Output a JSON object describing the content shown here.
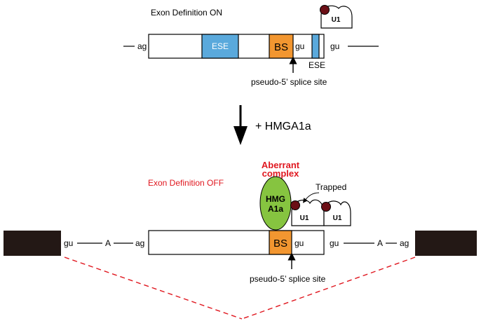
{
  "top": {
    "title": "Exon Definition ON",
    "ag": "ag",
    "gu_left": "gu",
    "gu_right": "gu",
    "ese1": "ESE",
    "ese2": "ESE",
    "bs": "BS",
    "u1": "U1",
    "pseudo": "pseudo-5’ splice site"
  },
  "transition": {
    "label": "+ HMGA1a"
  },
  "bottom": {
    "title": "Exon Definition OFF",
    "aberrant_line1": "Aberrant",
    "aberrant_line2": "complex",
    "hmga_line1": "HMG",
    "hmga_line2": "A1a",
    "trapped": "Trapped",
    "u1_a": "U1",
    "u1_b": "U1",
    "gu_left": "gu",
    "a_left": "A",
    "ag_left": "ag",
    "bs": "BS",
    "gu_bs": "gu",
    "gu_right": "gu",
    "a_right": "A",
    "ag_right": "ag",
    "pseudo": "pseudo-5’ splice site"
  },
  "colors": {
    "ese": "#5aa9dc",
    "bs": "#f29630",
    "hmga": "#86c440",
    "red": "#e0171f",
    "exon_dark": "#231815",
    "u1_dot": "#6b0f16"
  }
}
